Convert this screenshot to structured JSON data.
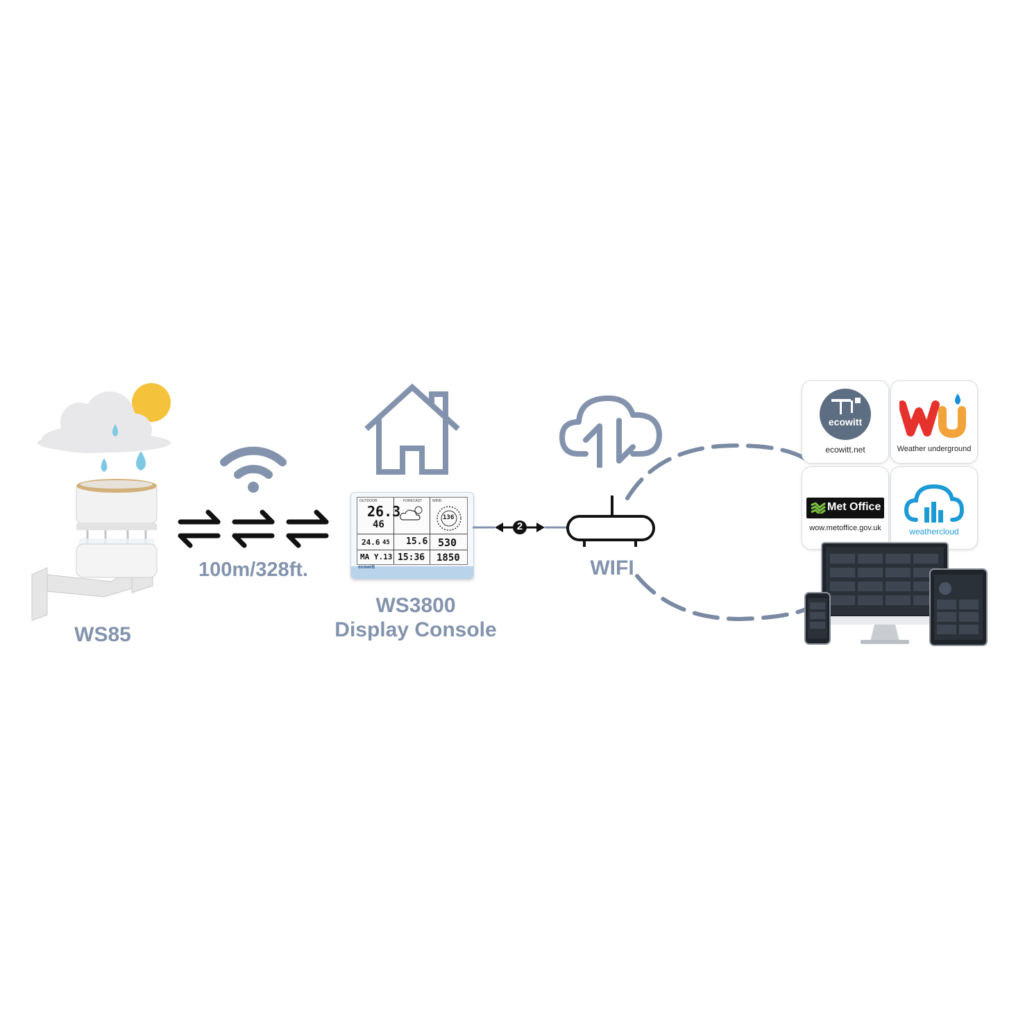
{
  "sensor": {
    "label": "WS85"
  },
  "transmission": {
    "range_label": "100m/328ft."
  },
  "console": {
    "label_line1": "WS3800",
    "label_line2": "Display Console",
    "brand": "ecowitt",
    "screen": {
      "outdoor_label": "OUTDOOR",
      "forecast_label": "FORECAST",
      "wind_label": "WIND",
      "outdoor_temp": "26.3",
      "outdoor_humidity": "46",
      "wind_direction": "136",
      "indoor_temp": "24.6",
      "indoor_humidity": "45",
      "mid_value": "15.6",
      "right_value": "530",
      "date": "MA Y.13",
      "time": "15:36",
      "bottom_right_value": "1850"
    }
  },
  "network": {
    "label": "WIFI",
    "link_number": "2"
  },
  "services": [
    {
      "name": "ecowitt",
      "caption": "ecowitt.net"
    },
    {
      "name": "Weather underground",
      "caption": "Weather underground"
    },
    {
      "name": "Met Office",
      "caption": "wow.metoffice.gov.uk"
    },
    {
      "name": "weathercloud",
      "caption": "weathercloud"
    }
  ],
  "colors": {
    "label": "#8393ad",
    "icon_outline": "#8393ad",
    "dashed_path": "#7b8aa3",
    "wu_red": "#e5322d",
    "wu_blue": "#1a8fd8",
    "weathercloud_blue": "#1c9ad6",
    "console_frame": "#b9d3ea"
  }
}
